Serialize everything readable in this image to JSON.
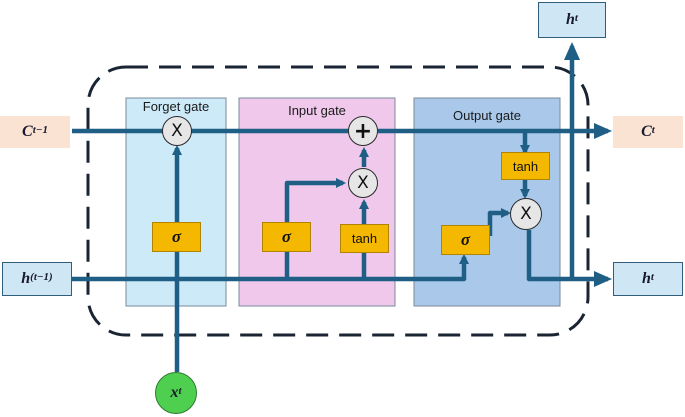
{
  "gates": {
    "forget": {
      "title": "Forget gate",
      "color": "#cdeaf8"
    },
    "input": {
      "title": "Input gate",
      "color": "#efc8ec"
    },
    "output": {
      "title": "Output gate",
      "color": "#a9c8ea"
    }
  },
  "inputs": {
    "cell_prev": {
      "symbol": "C",
      "superscript": "t−1",
      "color": "#fbe3d4"
    },
    "hidden_prev": {
      "symbol": "h",
      "superscript": "(t−1)",
      "color": "#cfe7f5"
    },
    "x": {
      "symbol": "x",
      "superscript": "t",
      "color": "#4fcf4f"
    }
  },
  "outputs": {
    "cell": {
      "symbol": "C",
      "superscript": "t",
      "color": "#fbe3d4"
    },
    "hidden_top": {
      "symbol": "h",
      "superscript": "t",
      "color": "#cfe7f5"
    },
    "hidden_right": {
      "symbol": "h",
      "superscript": "t",
      "color": "#cfe7f5"
    }
  },
  "operators": {
    "forget_mult": "X",
    "input_add": "+",
    "input_mult": "X",
    "output_mult": "X"
  },
  "activations": {
    "forget_sigma": "σ",
    "input_sigma": "σ",
    "input_tanh": "tanh",
    "output_sigma": "σ",
    "output_tanh": "tanh"
  },
  "colors": {
    "line": "#1f5f86",
    "activation": "#f5b800",
    "operator": "#e6e6e6",
    "dashed_border": "#1a2433"
  }
}
